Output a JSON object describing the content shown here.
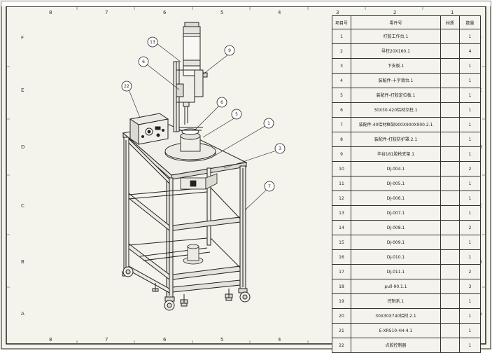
{
  "border": {
    "top_zones": [
      "8",
      "7",
      "6",
      "5",
      "4",
      "3",
      "2",
      "1"
    ],
    "bottom_zones": [
      "8",
      "7",
      "6",
      "5",
      "4",
      "3",
      "2",
      "1"
    ],
    "left_zones": [
      "F",
      "E",
      "D",
      "C",
      "B",
      "A"
    ],
    "right_zones": [
      "F",
      "E",
      "D",
      "C",
      "B",
      "A"
    ]
  },
  "balloons": [
    "13",
    "9",
    "6",
    "22",
    "6",
    "5",
    "1",
    "3",
    "7"
  ],
  "bom": {
    "headers": [
      "项目号",
      "零件号",
      "材质",
      "数量"
    ],
    "rows": [
      [
        "1",
        "打胶工作台.1",
        "",
        "1"
      ],
      [
        "2",
        "导柱20X160.1",
        "",
        "4"
      ],
      [
        "3",
        "下支板.1",
        "",
        "1"
      ],
      [
        "4",
        "装配件-十字滑台.1",
        "",
        "1"
      ],
      [
        "5",
        "装配件-打胶定位板.1",
        "",
        "1"
      ],
      [
        "6",
        "30X30.420铝材立柱.1",
        "",
        "1"
      ],
      [
        "7",
        "装配件-40铝材框架900X900X900.2.1",
        "",
        "1"
      ],
      [
        "8",
        "装配件-打胶防护罩.2.1",
        "",
        "1"
      ],
      [
        "9",
        "华谷181胶枪支架.1",
        "",
        "1"
      ],
      [
        "10",
        "DJ-004.1",
        "",
        "2"
      ],
      [
        "11",
        "DJ-005.1",
        "",
        "1"
      ],
      [
        "12",
        "DJ-006.1",
        "",
        "1"
      ],
      [
        "13",
        "DJ-007.1",
        "",
        "1"
      ],
      [
        "14",
        "DJ-008.1",
        "",
        "2"
      ],
      [
        "15",
        "DJ-009.1",
        "",
        "1"
      ],
      [
        "16",
        "DJ-010.1",
        "",
        "1"
      ],
      [
        "17",
        "DJ-011.1",
        "",
        "2"
      ],
      [
        "18",
        "pull-90.1.1",
        "",
        "3"
      ],
      [
        "19",
        "控制系.1",
        "",
        "1"
      ],
      [
        "20",
        "30X30X740铝材.2.1",
        "",
        "1"
      ],
      [
        "21",
        "E-XRS10-4H-4.1",
        "",
        "1"
      ],
      [
        "22",
        "点胶控制器",
        "",
        "1"
      ]
    ]
  },
  "colors": {
    "line": "#222222",
    "paper": "#f4f3ec",
    "box": "#e9e6df"
  }
}
